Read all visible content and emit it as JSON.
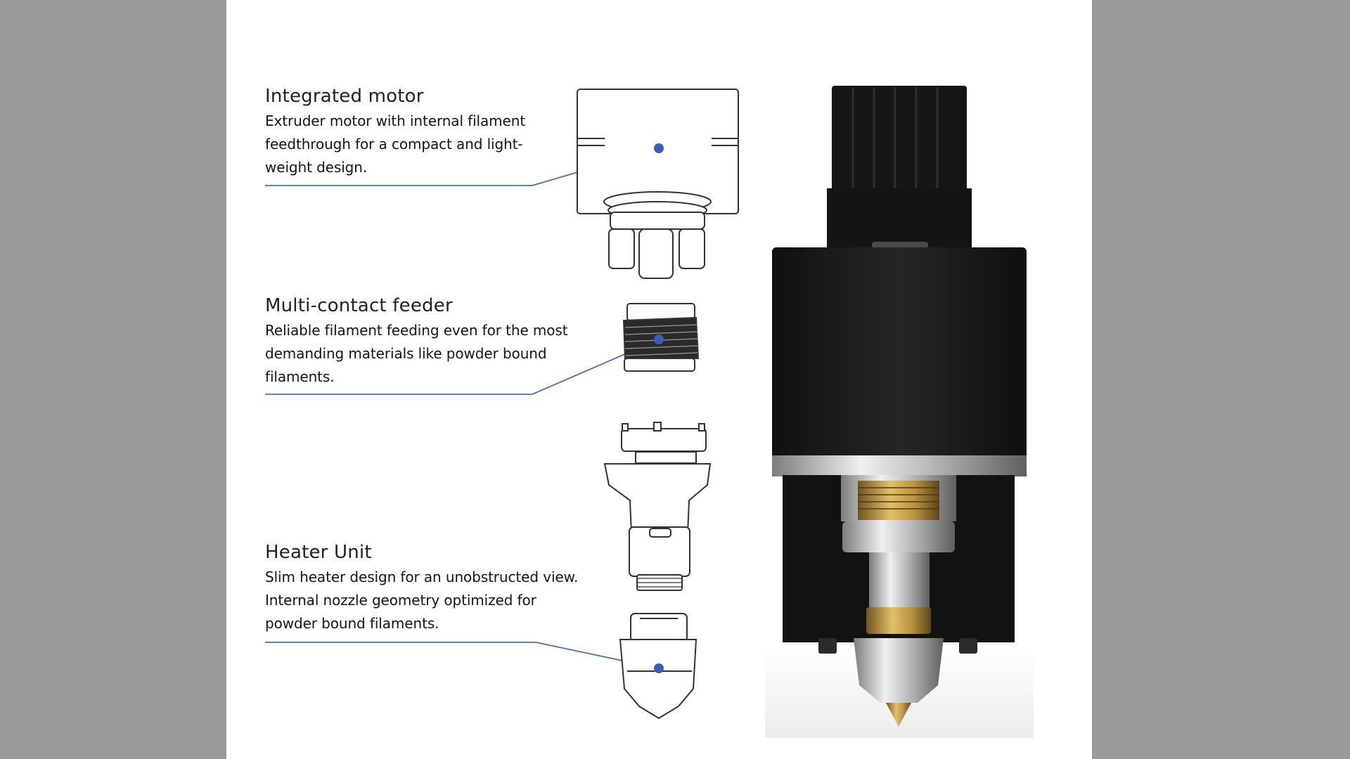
{
  "features": [
    {
      "title": "Integrated motor",
      "description": "Extruder motor with internal filament feedthrough for a compact and light-weight design."
    },
    {
      "title": "Multi-contact feeder",
      "description": "Reliable filament feeding even for the most demanding materials like powder bound filaments."
    },
    {
      "title": "Heater Unit",
      "description": "Slim heater design for an unobstructed view. Internal nozzle geometry optimized for powder bound filaments."
    }
  ],
  "colors": {
    "background": "#999999",
    "page": "#ffffff",
    "callout_line": "#4a6fb5",
    "callout_dot": "#3a5fb8",
    "product_body": "#1b1b1b"
  },
  "icons": [
    "motor-drawing",
    "feeder-drawing",
    "heater-drawing",
    "nozzle-drawing",
    "assembled-extruder-render"
  ]
}
